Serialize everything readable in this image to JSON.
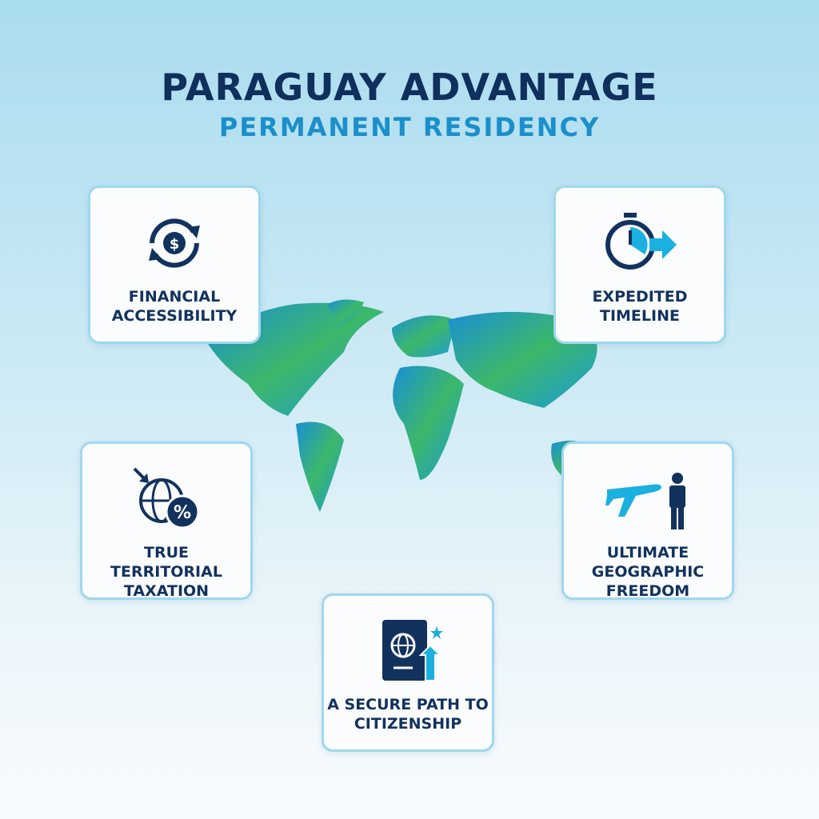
{
  "header": {
    "title": "PARAGUAY ADVANTAGE",
    "subtitle": "PERMANENT RESIDENCY"
  },
  "cards": [
    {
      "label": "FINANCIAL ACCESSIBILITY",
      "icon": "dollar-cycle-icon"
    },
    {
      "label": "EXPEDITED TIMELINE",
      "icon": "stopwatch-arrow-icon"
    },
    {
      "label": "TRUE TERRITORIAL TAXATION",
      "icon": "globe-percent-icon"
    },
    {
      "label": "ULTIMATE GEOGRAPHIC FREEDOM",
      "icon": "plane-person-icon"
    },
    {
      "label": "A SECURE PATH TO CITIZENSHIP",
      "icon": "passport-arrow-icon"
    }
  ],
  "colors": {
    "navy": "#12325e",
    "accent": "#1ab0e0",
    "border": "#9ed8ee"
  }
}
